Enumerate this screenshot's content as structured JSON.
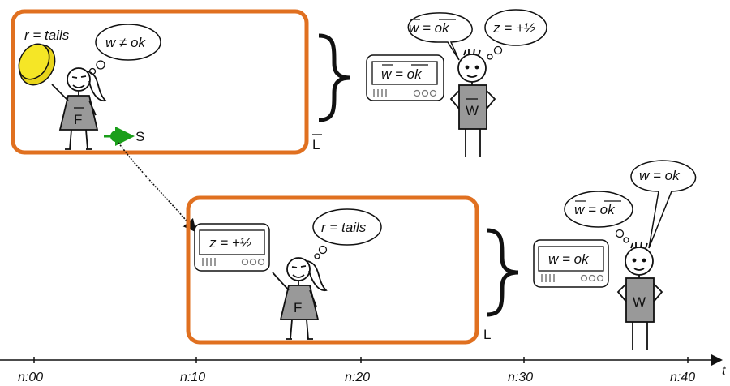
{
  "coin_label": "r = tails",
  "F_bar_thought": "w ≠ ok",
  "F_bar_shirt": "F",
  "S_label": "S",
  "L_bar_label": "L",
  "W_bar_speech": "w = ok",
  "W_bar_thought": "z = +½",
  "W_bar_device": "w = ok",
  "W_bar_shirt": "W",
  "L_device": "z = +½",
  "F_thought": "r = tails",
  "F_shirt": "F",
  "L_label": "L",
  "W_thought": "w = ok",
  "W_device": "w = ok",
  "W_speech": "w = ok",
  "W_shirt": "W",
  "axis": {
    "label": "t",
    "ticks": [
      "n:00",
      "n:10",
      "n:20",
      "n:30",
      "n:40"
    ]
  },
  "colors": {
    "box": "#e07020",
    "coin": "#f5e626",
    "spin": "#1a9e1a",
    "shirt": "#999999"
  }
}
